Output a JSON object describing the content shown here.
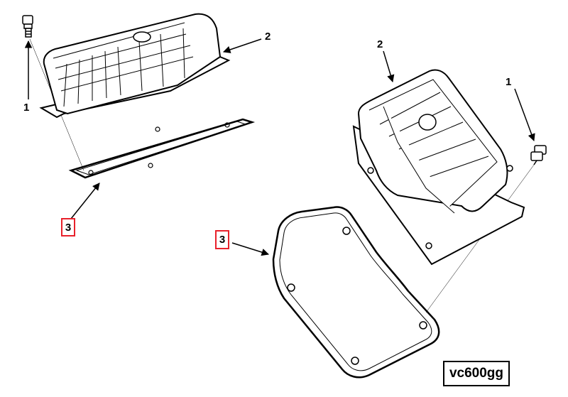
{
  "callouts": {
    "left_bolt": "1",
    "left_pan": "2",
    "left_gasket": "3",
    "right_pan": "2",
    "right_bolt": "1",
    "right_gasket": "3"
  },
  "reference_code": "vc600gg",
  "colors": {
    "line": "#000000",
    "highlight": "#e8212b",
    "background": "#ffffff"
  }
}
